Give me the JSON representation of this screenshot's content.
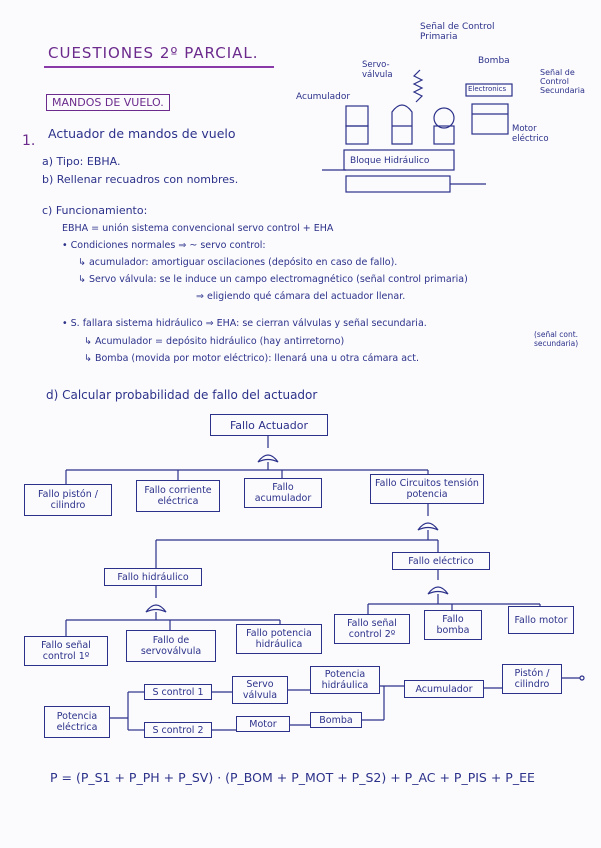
{
  "header": {
    "title": "CUESTIONES 2º PARCIAL.",
    "section": "MANDOS DE VUELO."
  },
  "question1": {
    "number": "1.",
    "heading": "Actuador de mandos de vuelo",
    "a": "a) Tipo: EBHA.",
    "b": "b) Rellenar recuadros con nombres.",
    "c": "c) Funcionamiento:",
    "c_line1": "EBHA = unión sistema convencional servo control + EHA",
    "c_normal": "• Condiciones normales ⇒ ~ servo control:",
    "c_normal_1": "↳ acumulador: amortiguar oscilaciones (depósito en caso de fallo).",
    "c_normal_2": "↳ Servo válvula: se le induce un campo electromagnético (señal control primaria)",
    "c_normal_3": "⇒ eligiendo qué cámara del actuador llenar.",
    "c_fail": "• S. fallara sistema hidráulico ⇒ EHA: se cierran válvulas y señal secundaria.",
    "c_fail_1": "↳ Acumulador = depósito hidráulico (hay antirretorno)",
    "c_fail_2": "↳ Bomba (movida por motor eléctrico): llenará una u otra cámara act.",
    "c_fail_note": "(señal cont. secundaria)",
    "d": "d) Calcular probabilidad de fallo del actuador"
  },
  "diagram": {
    "labels": {
      "senal_primaria": "Señal de Control Primaria",
      "servo_valvula": "Servo-válvula",
      "bomba": "Bomba",
      "senal_secundaria": "Señal de Control Secundaria",
      "acumulador": "Acumulador",
      "electronics": "Electronics",
      "motor": "Motor eléctrico",
      "bloque": "Bloque Hidráulico"
    }
  },
  "fault_tree": {
    "top": "Fallo Actuador",
    "level1": [
      "Fallo pistón / cilindro",
      "Fallo corriente eléctrica",
      "Fallo acumulador",
      "Fallo Circuitos tensión potencia"
    ],
    "level2": [
      "Fallo hidráulico",
      "Fallo eléctrico"
    ],
    "level3_hydraulic": [
      "Fallo señal control 1º",
      "Fallo de servoválvula",
      "Fallo potencia hidráulica"
    ],
    "level3_electric": [
      "Fallo señal control 2º",
      "Fallo bomba",
      "Fallo motor"
    ]
  },
  "rbd": {
    "source": "Potencia eléctrica",
    "s1": "S control 1",
    "servo": "Servo válvula",
    "pot_hid": "Potencia hidráulica",
    "s2": "S control 2",
    "motor": "Motor",
    "bomba": "Bomba",
    "acumulador": "Acumulador",
    "piston": "Pistón / cilindro"
  },
  "formula": "P = (P_S1 + P_PH + P_SV) · (P_BOM + P_MOT + P_S2) + P_AC + P_PIS + P_EE"
}
